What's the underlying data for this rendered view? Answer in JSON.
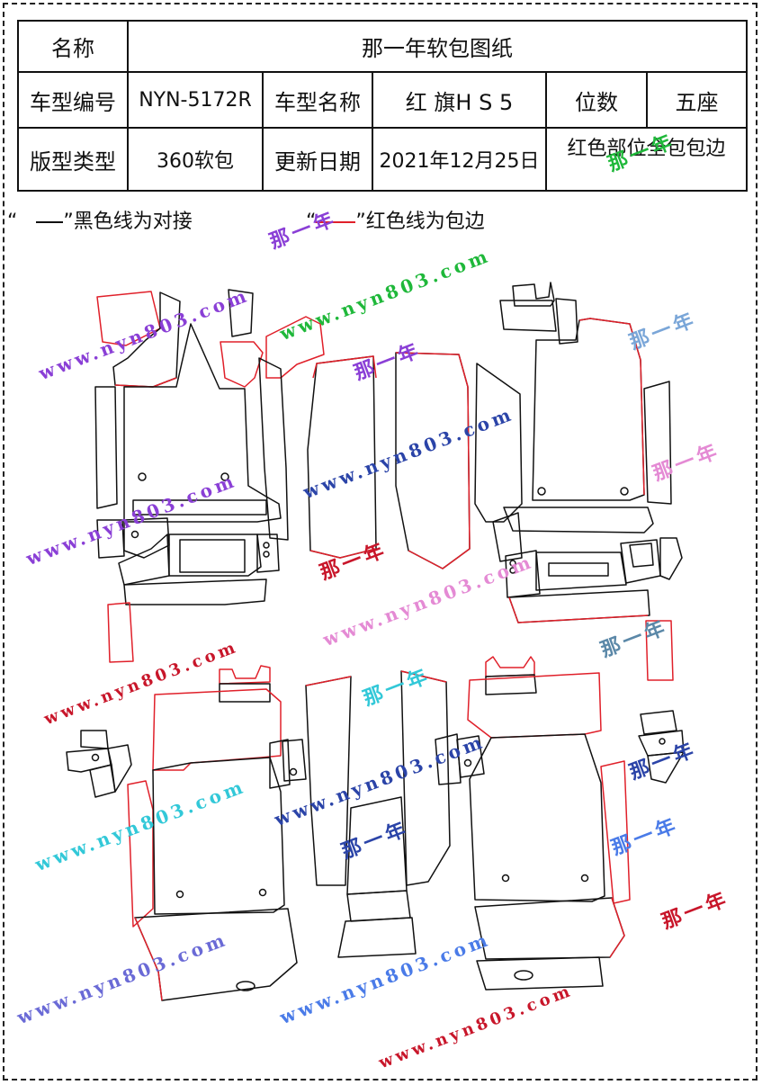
{
  "table": {
    "name_label": "名称",
    "name_value": "那一年软包图纸",
    "model_code_label": "车型编号",
    "model_code_value": "NYN-5172R",
    "model_name_label": "车型名称",
    "model_name_value": "红 旗H S 5",
    "seat_label": "位数",
    "seat_value": "五座",
    "pattern_label": "版型类型",
    "pattern_value": "360软包",
    "update_label": "更新日期",
    "update_value": "2021年12月25日",
    "red_note": "红色部位全包包边"
  },
  "legend": {
    "black_prefix": "“",
    "black_text": "”黑色线为对接",
    "red_prefix": "“",
    "red_text": "”红色线为包边"
  },
  "watermarks": {
    "url": "www.nyn803.com",
    "brand": "那一年"
  },
  "colors": {
    "black_line": "#111111",
    "red_line": "#e0202a"
  }
}
